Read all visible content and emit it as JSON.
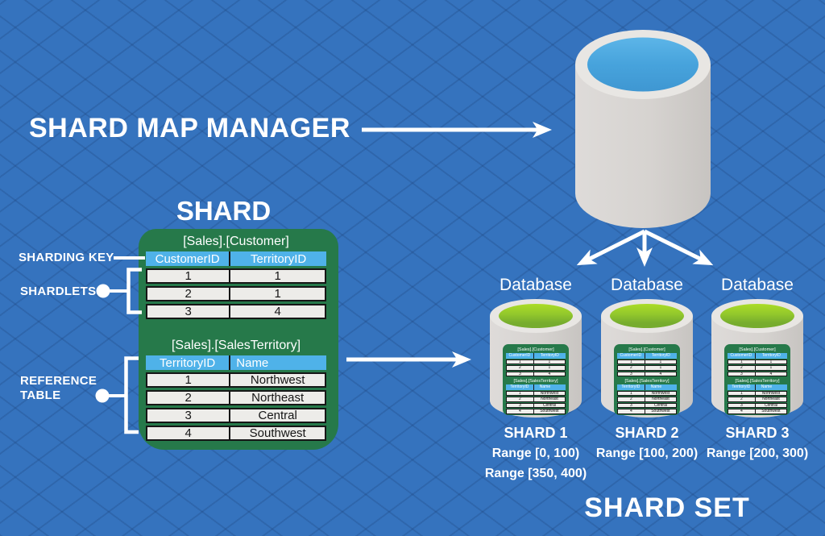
{
  "titles": {
    "shard_map_manager": "SHARD MAP MANAGER",
    "shard": "SHARD",
    "shard_set": "SHARD SET"
  },
  "side_labels": {
    "sharding_key": "SHARDING KEY",
    "shardlets": "SHARDLETS",
    "reference_table": "REFERENCE TABLE"
  },
  "database_label": "Database",
  "tables": {
    "customer": {
      "title": "[Sales].[Customer]",
      "columns": [
        "CustomerID",
        "TerritoryID"
      ],
      "rows": [
        [
          "1",
          "1"
        ],
        [
          "2",
          "1"
        ],
        [
          "3",
          "4"
        ]
      ]
    },
    "sales_territory": {
      "title": "[Sales].[SalesTerritory]",
      "columns": [
        "TerritoryID",
        "Name"
      ],
      "rows": [
        [
          "1",
          "Northwest"
        ],
        [
          "2",
          "Northeast"
        ],
        [
          "3",
          "Central"
        ],
        [
          "4",
          "Southwest"
        ]
      ]
    }
  },
  "shards": [
    {
      "name": "SHARD 1",
      "ranges": [
        "Range [0, 100)",
        "Range [350, 400)"
      ]
    },
    {
      "name": "SHARD 2",
      "ranges": [
        "Range [100, 200)"
      ]
    },
    {
      "name": "SHARD 3",
      "ranges": [
        "Range [200, 300)"
      ]
    }
  ],
  "icons": {
    "manager_database": "database-cylinder-icon",
    "shard_database": "database-cylinder-icon",
    "connectors": "arrow-right-icon"
  },
  "colors": {
    "background_blue": "#3573BE",
    "grid_line_blue": "#2A5FA3",
    "panel_green": "#26794A",
    "table_header_blue": "#4FB2E9",
    "table_row_gray": "#EDECE9",
    "cylinder_gray": "#D6D3D0",
    "manager_db_opening_blue": "#47A3DC",
    "shard_db_opening_green": "#84BA2E",
    "text_white": "#FFFFFF",
    "table_text_dark": "#161616"
  }
}
